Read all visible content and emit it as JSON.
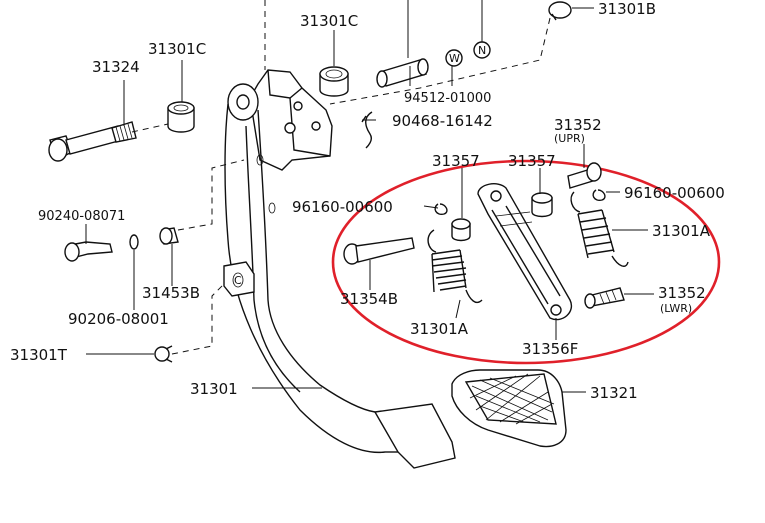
{
  "labels": {
    "part_31324": "31324",
    "part_31301c_top": "31301C",
    "part_31301c_left": "31301C",
    "part_31301b": "31301B",
    "part_94512": "94512-01000",
    "part_90468": "90468-16142",
    "part_90240": "90240-08071",
    "part_31453b": "31453B",
    "part_90206": "90206-08001",
    "part_31301t": "31301T",
    "part_31301": "31301",
    "part_31357_left": "31357",
    "part_31357_right": "31357",
    "part_31352_upr": "31352",
    "upr_tag": "(UPR)",
    "part_96160_left": "96160-00600",
    "part_96160_right": "96160-00600",
    "part_31301a_right": "31301A",
    "part_31301a_bottom": "31301A",
    "part_31354b": "31354B",
    "part_31352_lwr": "31352",
    "lwr_tag": "(LWR)",
    "part_31356f": "31356F",
    "part_31321": "31321",
    "washer_w": "W",
    "washer_n": "N",
    "pedal_letter_c": "C"
  },
  "highlight_color": "#e0202a",
  "line_color": "#111111"
}
